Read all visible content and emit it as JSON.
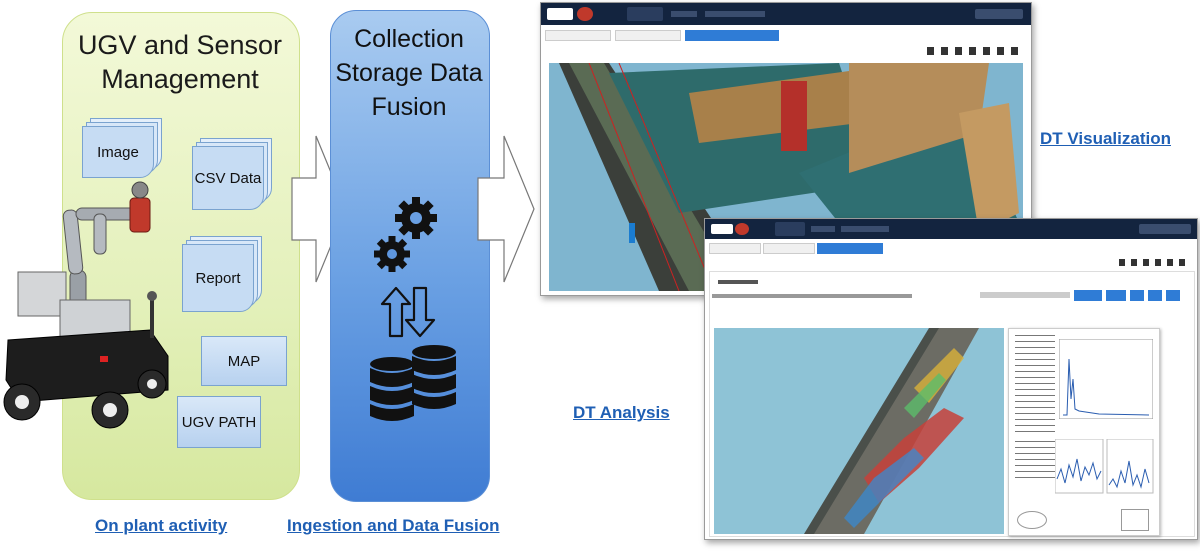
{
  "panel1": {
    "title": "UGV and Sensor Management",
    "docs": {
      "image": "Image",
      "csv": "CSV Data",
      "report": "Report"
    },
    "boxes": {
      "map": "MAP",
      "path": "UGV PATH"
    },
    "caption": "On plant activity"
  },
  "panel2": {
    "title": "Collection Storage Data Fusion",
    "caption": "Ingestion and Data Fusion"
  },
  "captions": {
    "visualization": "DT Visualization",
    "analysis": "DT Analysis"
  },
  "colors": {
    "panel1_fill": "#e3f0ba",
    "panel2_fill": "#6aa0e3",
    "caption": "#1f5fb4",
    "app_header": "#13243f",
    "viewer_bg": "#7fb5cf"
  },
  "icons": [
    "gear-icon",
    "sync-arrows-icon",
    "database-icon",
    "chevron-right-arrow"
  ]
}
